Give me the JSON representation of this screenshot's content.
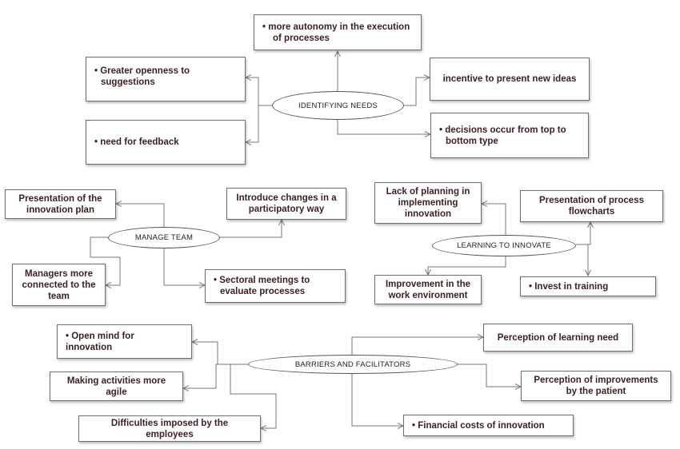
{
  "hubs": {
    "identifying": "IDENTIFYING NEEDS",
    "manage": "MANAGE TEAM",
    "learning": "LEARNING TO INNOVATE",
    "barriers": "BARRIERS AND FACILITATORS"
  },
  "boxes": {
    "autonomy": [
      "• more autonomy in the execution",
      "of processes"
    ],
    "openness": [
      "• Greater openness to",
      "suggestions"
    ],
    "incentive": [
      "incentive to present new ideas"
    ],
    "feedback": [
      "• need for feedback"
    ],
    "decisions": [
      "• decisions occur from top to",
      "bottom type"
    ],
    "presentation_plan": [
      "Presentation of the",
      "innovation plan"
    ],
    "introduce_changes": [
      "Introduce changes in a",
      "participatory way"
    ],
    "managers_connected": [
      "Managers more",
      "connected to the",
      "team"
    ],
    "sectoral_meetings": [
      "• Sectoral meetings to",
      "evaluate processes"
    ],
    "lack_planning": [
      "Lack of planning in",
      "implementing",
      "innovation"
    ],
    "flowcharts": [
      "Presentation of process",
      "flowcharts"
    ],
    "improvement_env": [
      "Improvement in the",
      "work environment"
    ],
    "invest_training": [
      "• Invest in training"
    ],
    "open_mind": [
      "• Open mind for innovation"
    ],
    "agile": [
      "Making activities more",
      "agile"
    ],
    "difficulties": [
      "Difficulties imposed by the employees"
    ],
    "perception_learning": [
      "Perception of learning need"
    ],
    "perception_improvements": [
      "Perception of improvements",
      "by the patient"
    ],
    "financial_costs": [
      "• Financial costs of innovation"
    ]
  },
  "colors": {
    "connector": "#777777",
    "box_text": "#3c1f1f",
    "hub_text": "#222222"
  }
}
